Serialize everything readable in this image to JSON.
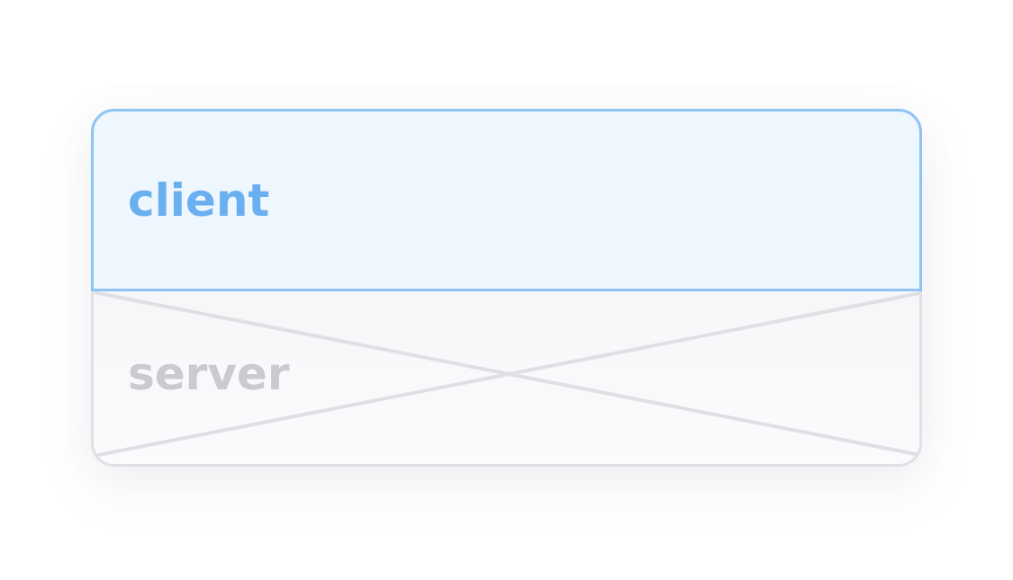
{
  "diagram": {
    "sections": [
      {
        "label": "client",
        "state": "highlighted"
      },
      {
        "label": "server",
        "state": "crossed-out"
      }
    ]
  },
  "colors": {
    "client_text": "#6aafef",
    "client_border": "#8fc3f3",
    "client_fill": "#eef6fe",
    "server_text": "#c9cbd1",
    "server_border": "#dfe0e5",
    "server_fill": "#f7f8f9",
    "cross_line": "#dfe0e5"
  }
}
